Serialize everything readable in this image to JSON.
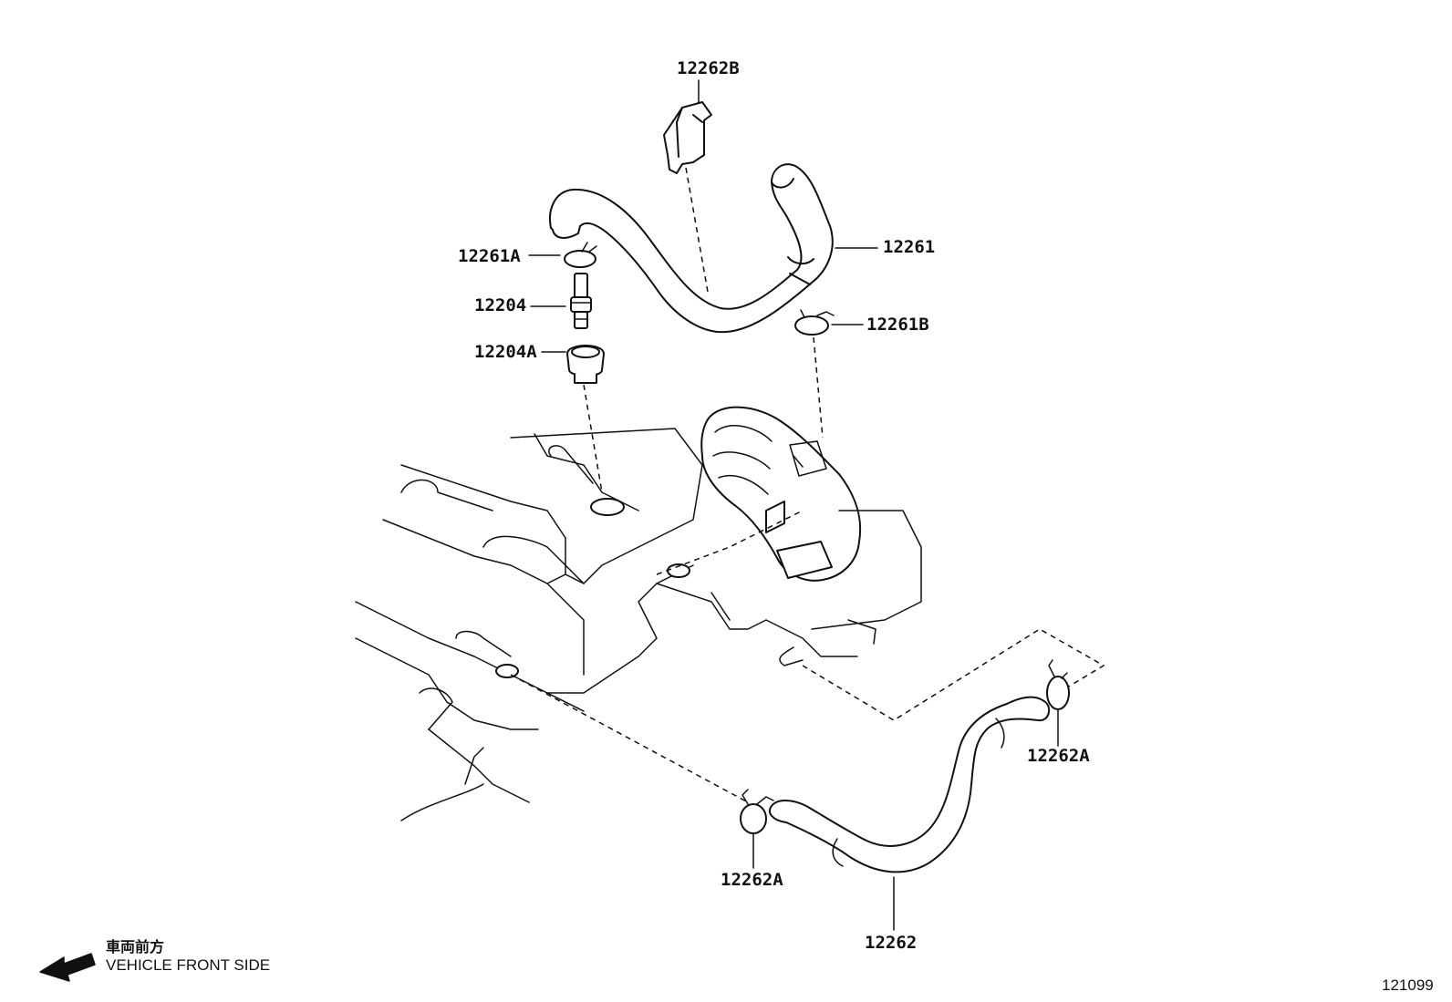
{
  "labels": {
    "clamp_top": "12262B",
    "clip_left": "12261A",
    "pcv_valve": "12204",
    "grommet": "12204A",
    "hose_upper": "12261",
    "clip_right": "12261B",
    "clip_lower_right": "12262A",
    "clip_lower_left": "12262A",
    "hose_lower": "12262"
  },
  "legend": {
    "japanese": "車両前方",
    "english": "VEHICLE FRONT SIDE"
  },
  "diagram_id": "121099"
}
